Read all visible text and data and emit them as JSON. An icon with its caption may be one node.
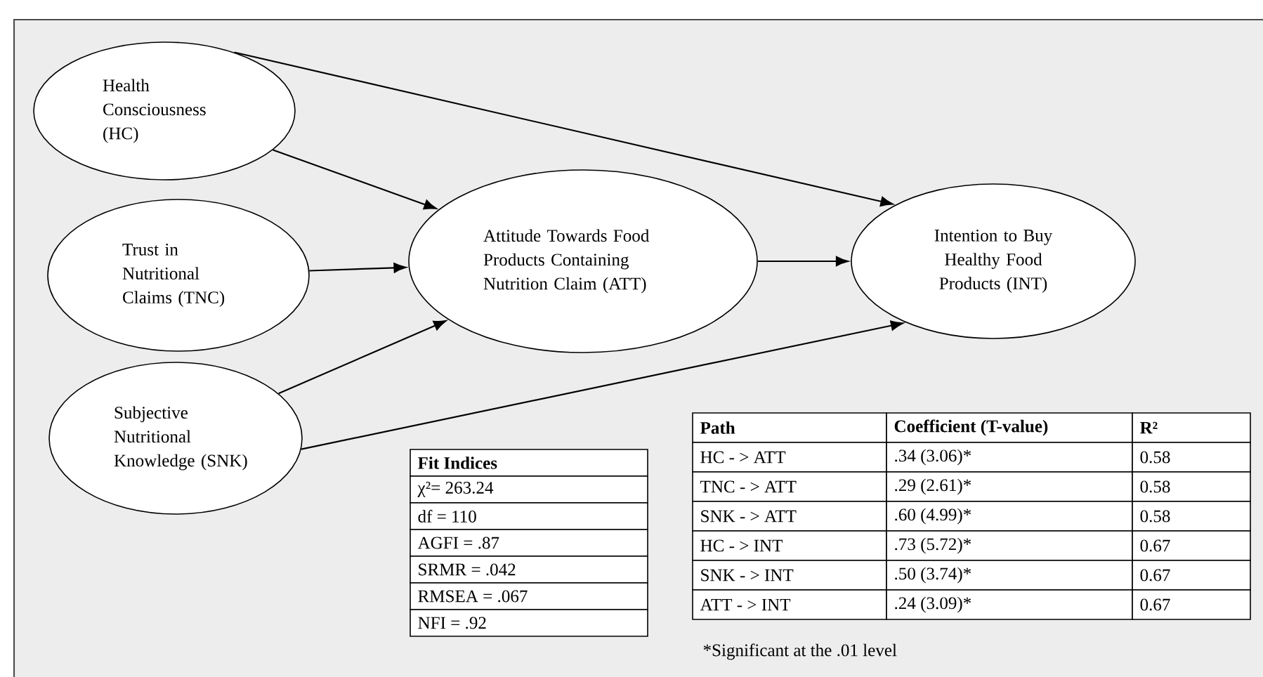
{
  "diagram": {
    "nodes": [
      {
        "text": [
          "Health Consciousness (HC)"
        ]
      },
      {
        "text": [
          "Trust in Nutritional Claims (TNC)"
        ]
      },
      {
        "text": [
          "Subjective Nutritional Knowledge (SNK)"
        ]
      },
      {
        "text": [
          "Attitude Towards Food Products Containing Nutrition Claim (ATT)"
        ]
      },
      {
        "text": [
          "Intention to Buy Healthy Food Products (INT)"
        ]
      }
    ],
    "edges": [
      {
        "from": 0,
        "to": 3,
        "arrow": "to"
      },
      {
        "from": 1,
        "to": 3,
        "arrow": "to"
      },
      {
        "from": 2,
        "to": 3,
        "arrow": "to"
      },
      {
        "from": 0,
        "to": 4,
        "arrow": "to"
      },
      {
        "from": 3,
        "to": 4,
        "arrow": "to"
      },
      {
        "from": 2,
        "to": 4,
        "arrow": "to"
      }
    ],
    "labels": [
      "Fit Indices",
      "χ²= 263.24",
      "df = 110",
      "AGFI = .87",
      "SRMR = .042",
      "RMSEA = .067",
      "NFI = .92",
      "Path",
      "Coefficient (T-value)",
      "R²",
      "HC - > ATT",
      ".34 (3.06)*",
      "0.58",
      "TNC - > ATT",
      ".29 (2.61)*",
      "0.58",
      "SNK - > ATT",
      ".60 (4.99)*",
      "0.58",
      "HC - > INT",
      ".73 (5.72)*",
      "0.67",
      "SNK - > INT",
      ".50 (3.74)*",
      "0.67",
      "ATT - > INT",
      ".24 (3.09)*",
      "0.67",
      "*Significant at the .01 level"
    ]
  }
}
